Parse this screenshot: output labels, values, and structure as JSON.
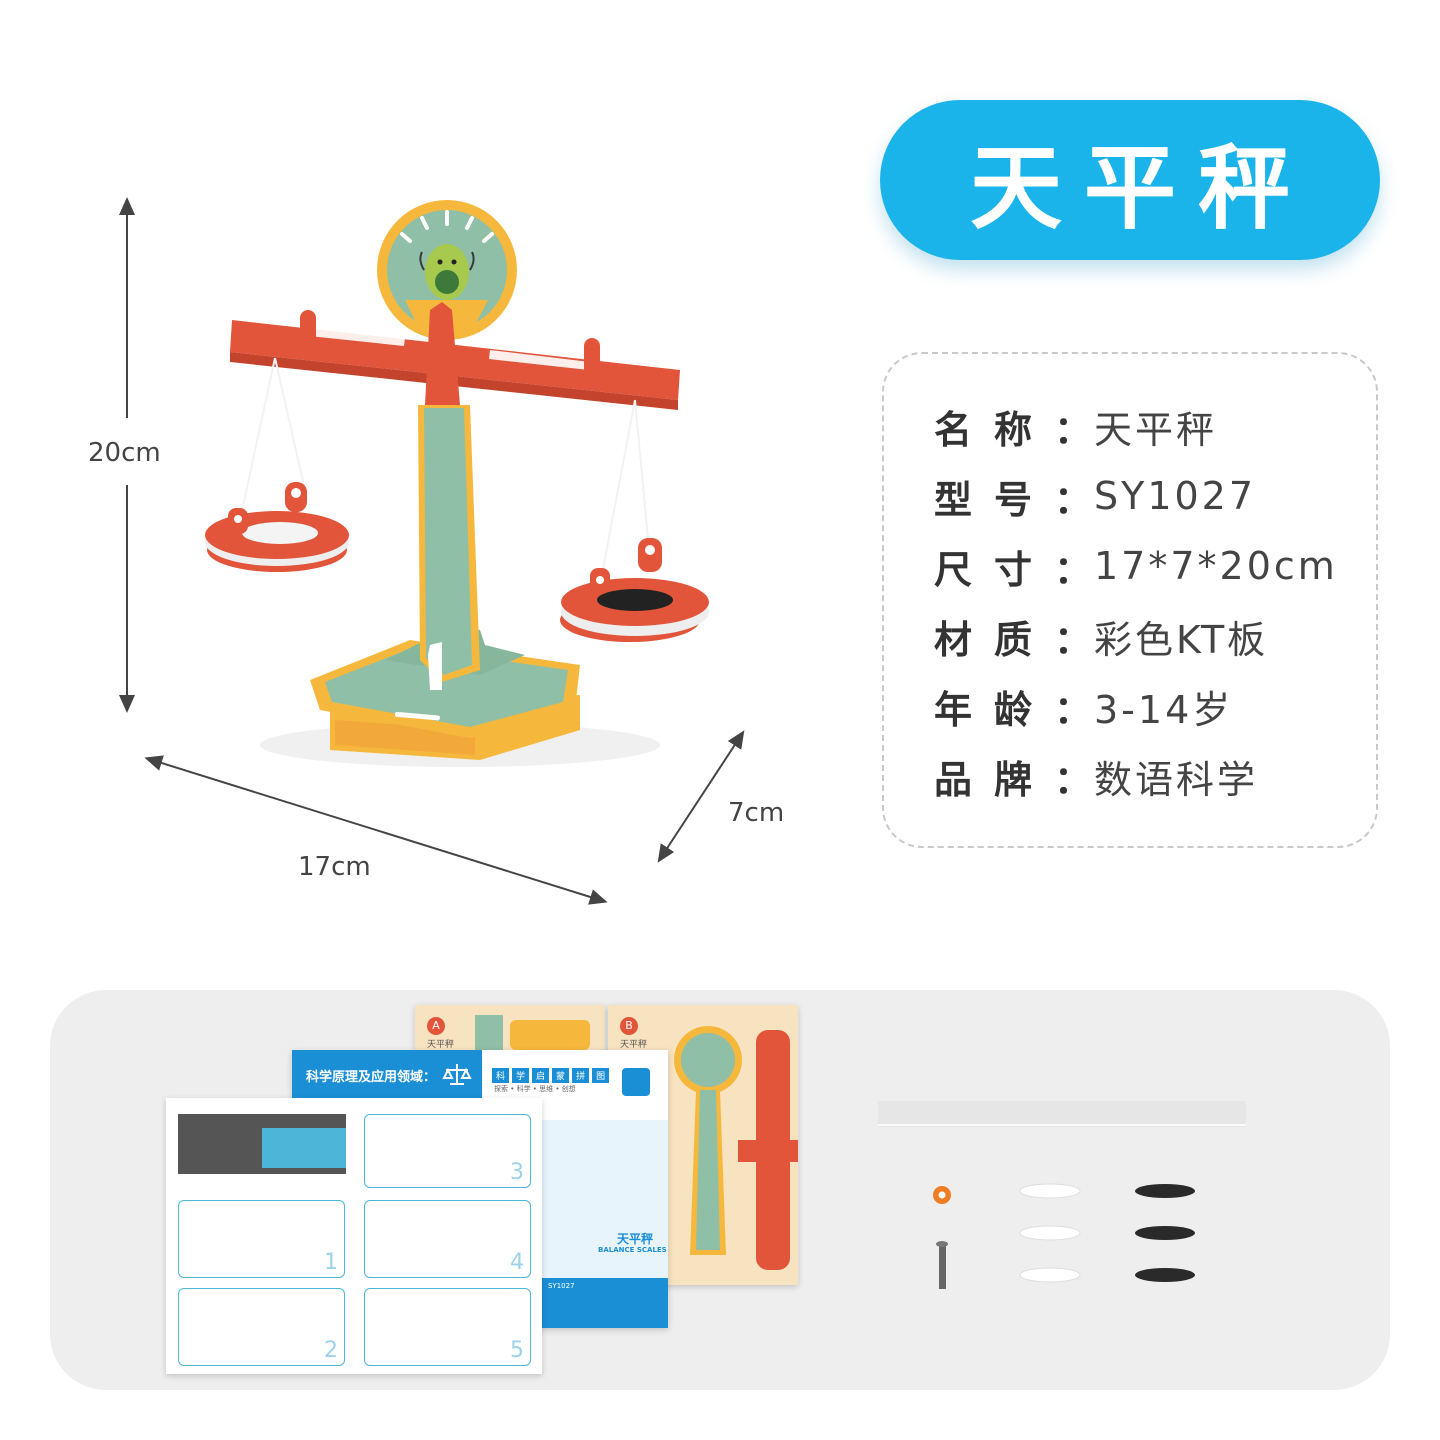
{
  "title": "天平秤",
  "specs": [
    {
      "label_chars": [
        "名",
        "称"
      ],
      "colon": "：",
      "value": "天平秤"
    },
    {
      "label_chars": [
        "型",
        "号"
      ],
      "colon": "：",
      "value": "SY1027"
    },
    {
      "label_chars": [
        "尺",
        "寸"
      ],
      "colon": "：",
      "value": "17*7*20cm"
    },
    {
      "label_chars": [
        "材",
        "质"
      ],
      "colon": "：",
      "value": "彩色KT板"
    },
    {
      "label_chars": [
        "年",
        "龄"
      ],
      "colon": "：",
      "value": "3-14岁"
    },
    {
      "label_chars": [
        "品",
        "牌"
      ],
      "colon": "：",
      "value": "数语科学"
    }
  ],
  "dimensions": {
    "height": "20cm",
    "width": "17cm",
    "depth": "7cm"
  },
  "colors": {
    "title_bg": "#1bb4ea",
    "beam": "#e2553b",
    "stand": "#8fbfa6",
    "base_trim": "#f5b83d",
    "dial_ring": "#f5b83d"
  },
  "icons": [
    "avocado-mascot-icon",
    "balance-scale-icon"
  ],
  "booklet": {
    "header": "科学原理及应用领域：",
    "series": [
      "科",
      "学",
      "启",
      "蒙",
      "拼",
      "图"
    ],
    "tagline": "探索 • 科学 • 思维 • 创想",
    "product_name": "天平秤",
    "product_name_en": "BALANCE SCALES",
    "model": "SY1027",
    "steps": [
      "1",
      "2",
      "3",
      "4",
      "5"
    ],
    "sheet_a_label": "A",
    "sheet_b_label": "B",
    "sheet_name": "天平秤"
  }
}
